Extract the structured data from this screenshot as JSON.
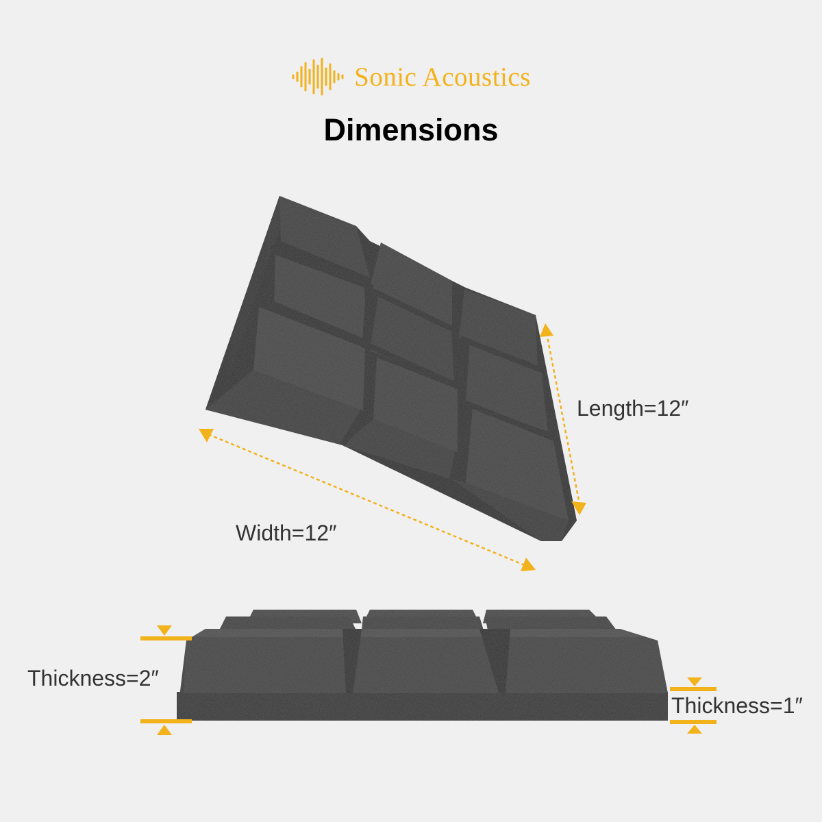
{
  "brand": {
    "name": "Sonic Acoustics",
    "icon": "sound-wave-icon",
    "color": "#f2b21b"
  },
  "page_title": "Dimensions",
  "dimensions": {
    "length_label": "Length=12″",
    "width_label": "Width=12″",
    "thickness_max_label": "Thickness=2″",
    "thickness_min_label": "Thickness=1″"
  },
  "colors": {
    "background": "#f0f0f0",
    "accent": "#f2b21b",
    "foam": "#2a2a2a",
    "text": "#333333"
  }
}
